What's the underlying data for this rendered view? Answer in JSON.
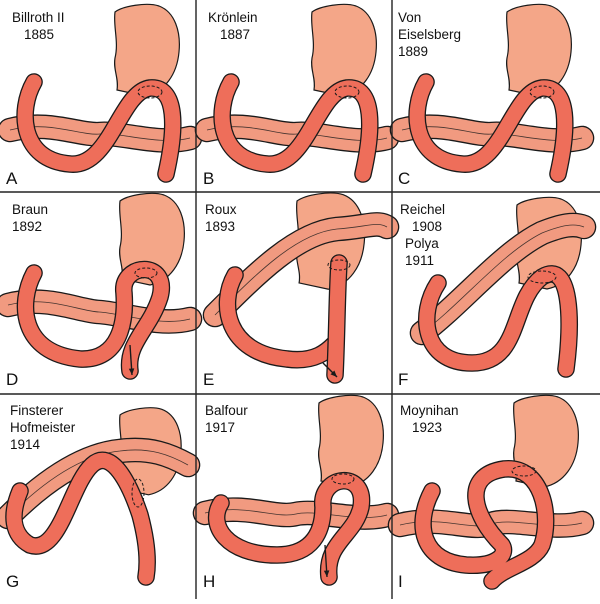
{
  "colors": {
    "stomach": "#f4a688",
    "intestine": "#ee6e5a",
    "colon": "#f19a80",
    "outline": "#1a1a1a",
    "grid": "#222222"
  },
  "panels": [
    {
      "letter": "A",
      "title_lines": [
        "Billroth II",
        "1885"
      ],
      "variant": "billroth"
    },
    {
      "letter": "B",
      "title_lines": [
        "Krönlein",
        "1887"
      ],
      "variant": "kronlein"
    },
    {
      "letter": "C",
      "title_lines": [
        "Von",
        "Eiselsberg",
        "1889"
      ],
      "variant": "eiselsberg"
    },
    {
      "letter": "D",
      "title_lines": [
        "Braun",
        "1892"
      ],
      "variant": "braun"
    },
    {
      "letter": "E",
      "title_lines": [
        "Roux",
        "1893"
      ],
      "variant": "roux"
    },
    {
      "letter": "F",
      "title_lines": [
        "Reichel",
        "1908",
        "Polya",
        "1911"
      ],
      "variant": "reichel"
    },
    {
      "letter": "G",
      "title_lines": [
        "Finsterer",
        "Hofmeister",
        "1914"
      ],
      "variant": "finsterer"
    },
    {
      "letter": "H",
      "title_lines": [
        "Balfour",
        "1917"
      ],
      "variant": "balfour"
    },
    {
      "letter": "I",
      "title_lines": [
        "Moynihan",
        "1923"
      ],
      "variant": "moynihan"
    }
  ]
}
